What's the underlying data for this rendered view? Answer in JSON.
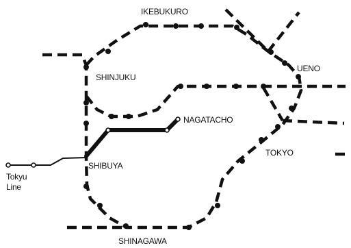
{
  "map": {
    "stations": {
      "ikebukuro": "IKEBUKURO",
      "shinjuku": "SHINJUKU",
      "ueno": "UENO",
      "nagatacho": "NAGATACHO",
      "tokyo": "TOKYO",
      "shibuya": "SHIBUYA",
      "shinagawa": "SHINAGAWA"
    },
    "lines": {
      "tokyu_line_1": "Tokyu",
      "tokyu_line_2": "Line"
    },
    "colors": {
      "line": "#111111",
      "background": "#ffffff"
    }
  }
}
